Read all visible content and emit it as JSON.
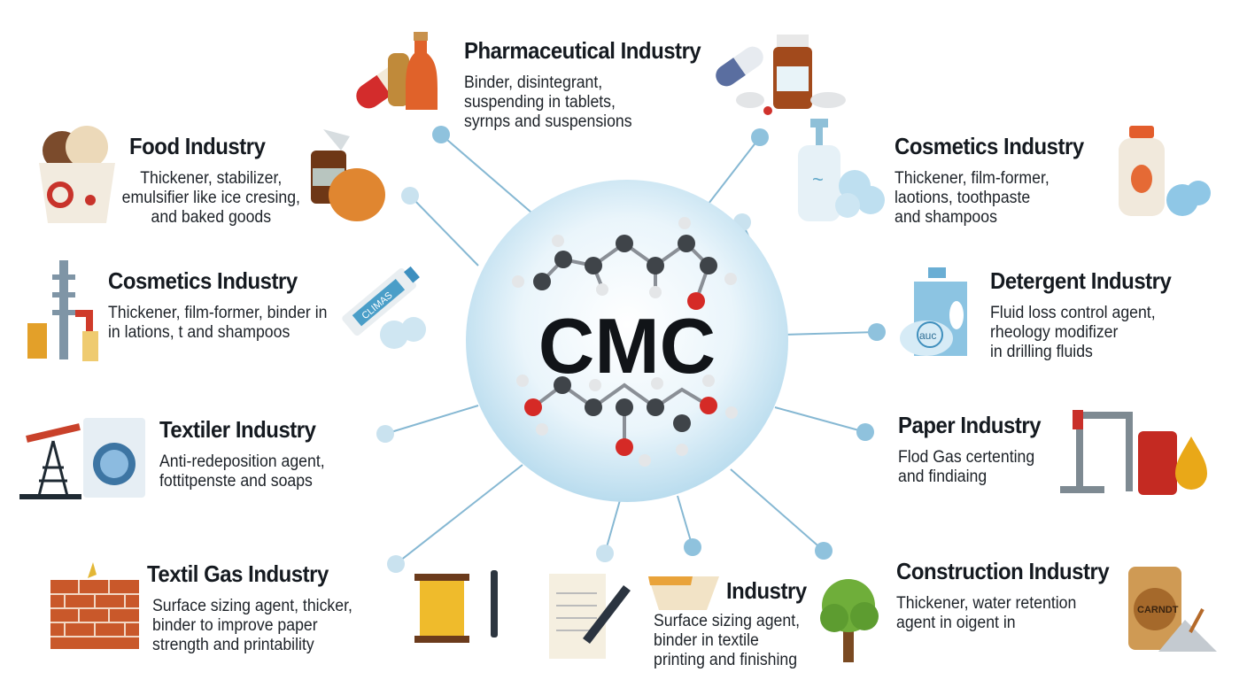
{
  "hub": {
    "label": "CMC"
  },
  "colors": {
    "hub_fill": "#d6ebf6",
    "connector": "#7fb3cf",
    "dot": "#8fc2dd",
    "text": "#151a20"
  },
  "industries": [
    {
      "title": "Pharmaceutical Industry",
      "desc": "Binder, disintegrant,\nsuspending in tablets,\nsyrnps and suspensions"
    },
    {
      "title": "Food Industry",
      "desc": "Thickener, stabilizer,\nemulsifier like ice cresing,\nand baked goods"
    },
    {
      "title": "Cosmetics Industry",
      "desc": "Thickener, film-former,\nlaotions, toothpaste\nand shampoos"
    },
    {
      "title": "Cosmetics Industry",
      "desc": "Thickener, film-former, binder in\nin lations, t  and shampoos"
    },
    {
      "title": "Detergent Industry",
      "desc": "Fluid loss control agent,\nrheology modifizer\nin drilling fluids"
    },
    {
      "title": "Textiler Industry",
      "desc": "Anti-redeposition agent,\nfottitpenste and soaps"
    },
    {
      "title": "Paper Industry",
      "desc": "Flod Gas certenting\nand findiaing"
    },
    {
      "title": "Textil Gas Industry",
      "desc": "Surface sizing agent, thicker,\nbinder to improve paper\nstrength and printability"
    },
    {
      "title": "Industry",
      "desc": "Surface sizing agent,\nbinder in textile\nprinting and finishing"
    },
    {
      "title": "Construction Industry",
      "desc": "Thickener, water retention\nagent in oigent in"
    }
  ],
  "icon_labels": {
    "toothpaste": "CLIMAS",
    "detergent": "auc",
    "cement": "CARNDT"
  }
}
